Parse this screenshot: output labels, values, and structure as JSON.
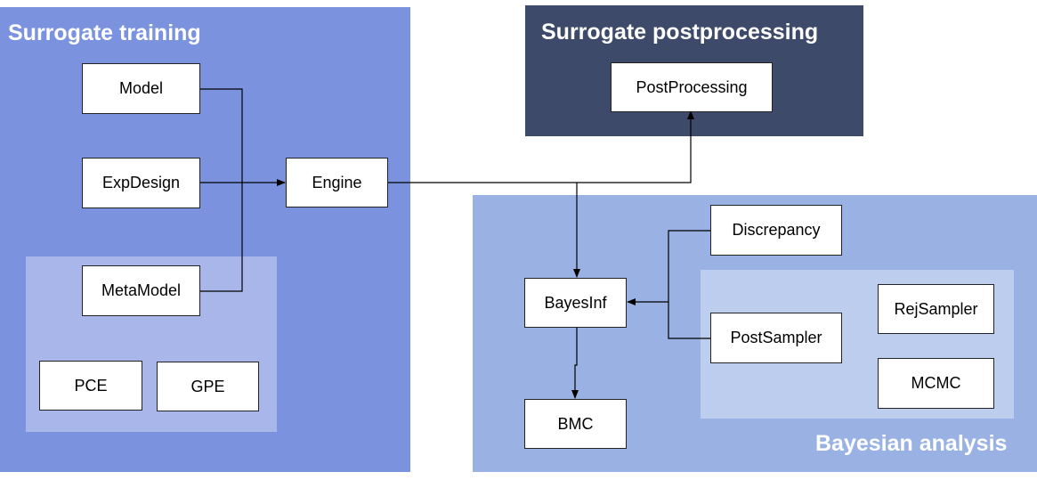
{
  "panels": {
    "surrogate_training": "Surrogate training",
    "surrogate_postprocessing": "Surrogate postprocessing",
    "bayesian_analysis": "Bayesian analysis"
  },
  "nodes": {
    "model": "Model",
    "expdesign": "ExpDesign",
    "engine": "Engine",
    "metamodel": "MetaModel",
    "pce": "PCE",
    "gpe": "GPE",
    "postprocessing": "PostProcessing",
    "discrepancy": "Discrepancy",
    "bayesinf": "BayesInf",
    "postsampler": "PostSampler",
    "rejsampler": "RejSampler",
    "mcmc": "MCMC",
    "bmc": "BMC"
  },
  "colors": {
    "training_bg": "#7b93de",
    "training_inner_bg": "#a8b6ea",
    "postprocessing_bg": "#3e4a69",
    "bayesian_bg": "#99b2e3",
    "bayesian_inner_bg": "#bccdee",
    "box_bg": "#ffffff",
    "line": "#000000"
  }
}
